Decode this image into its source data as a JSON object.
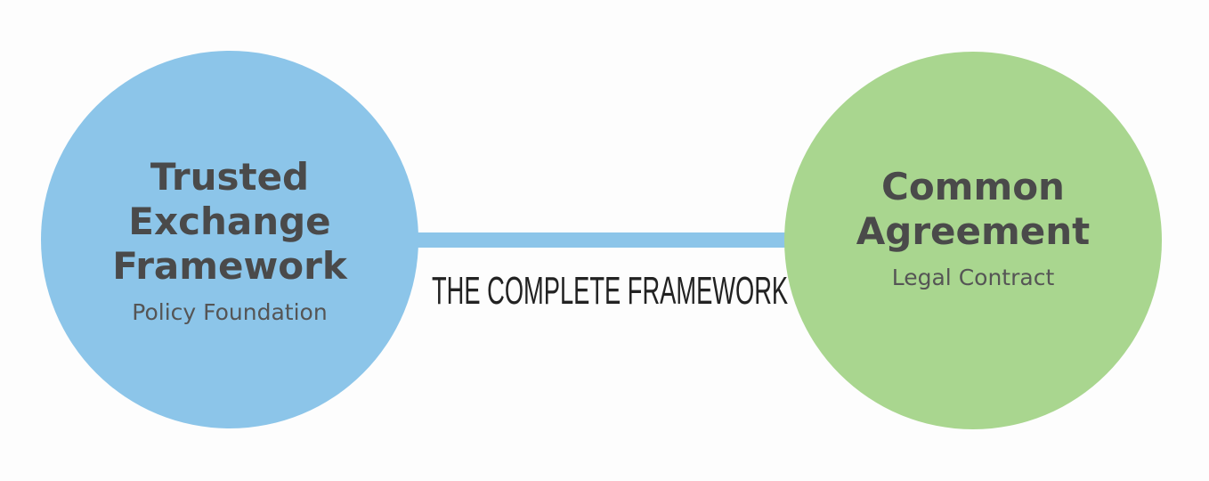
{
  "left_node": {
    "title_lines": [
      "Trusted",
      "Exchange",
      "Framework"
    ],
    "subtitle": "Policy Foundation",
    "color": "#8cc5e9"
  },
  "right_node": {
    "title_lines": [
      "Common",
      "Agreement"
    ],
    "subtitle": "Legal Contract",
    "color": "#a9d68f"
  },
  "connector": {
    "label": "THE COMPLETE FRAMEWORK"
  }
}
